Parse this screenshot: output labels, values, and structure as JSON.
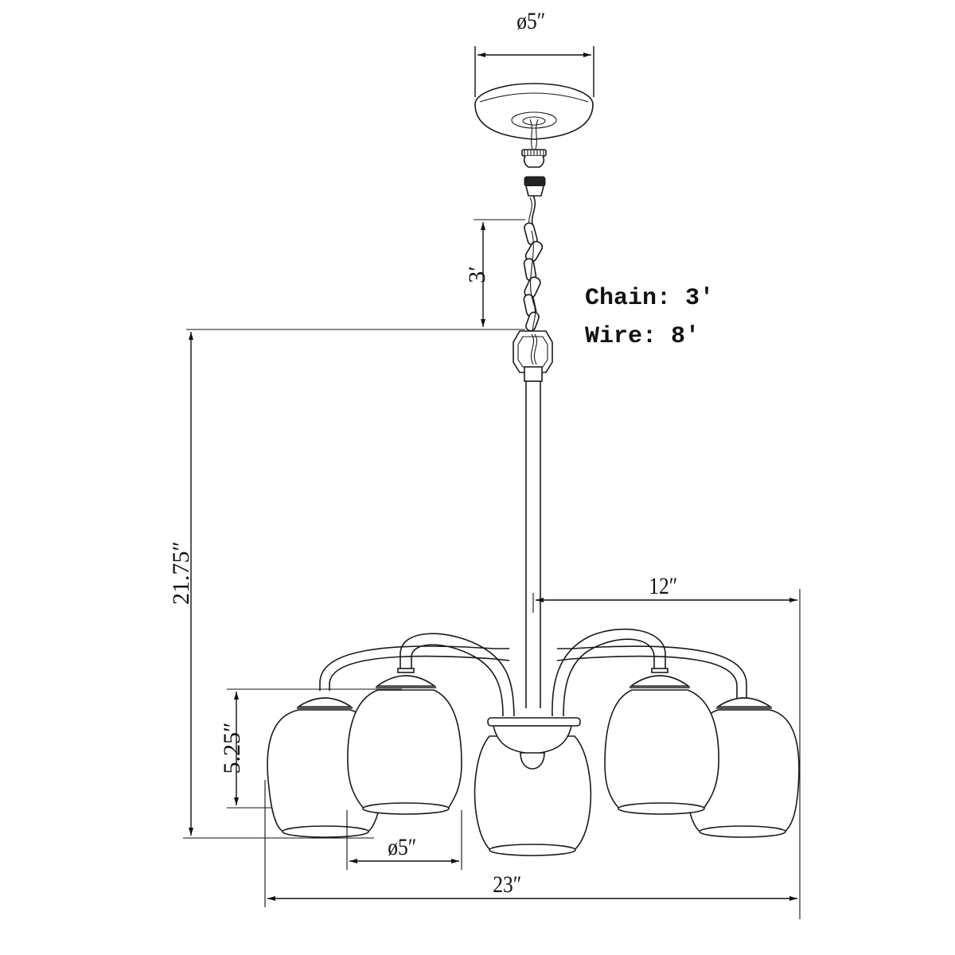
{
  "drawing": {
    "subject": "5-light chandelier technical dimension drawing",
    "line_color": "#1a1a1a",
    "background": "#ffffff"
  },
  "dimensions": {
    "canopy_diameter": "ø5″",
    "chain_length_marker": "3′",
    "overall_height": "21.75″",
    "shade_height": "5.25″",
    "shade_diameter": "ø5″",
    "arm_reach": "12″",
    "overall_width": "23″"
  },
  "notes": {
    "chain": "Chain: 3′",
    "wire": "Wire: 8′"
  },
  "components": {
    "canopy": "canopy",
    "chain": "chain",
    "loop": "loop",
    "downrod": "downrod",
    "arms_count": 5,
    "shades_count": 5
  }
}
